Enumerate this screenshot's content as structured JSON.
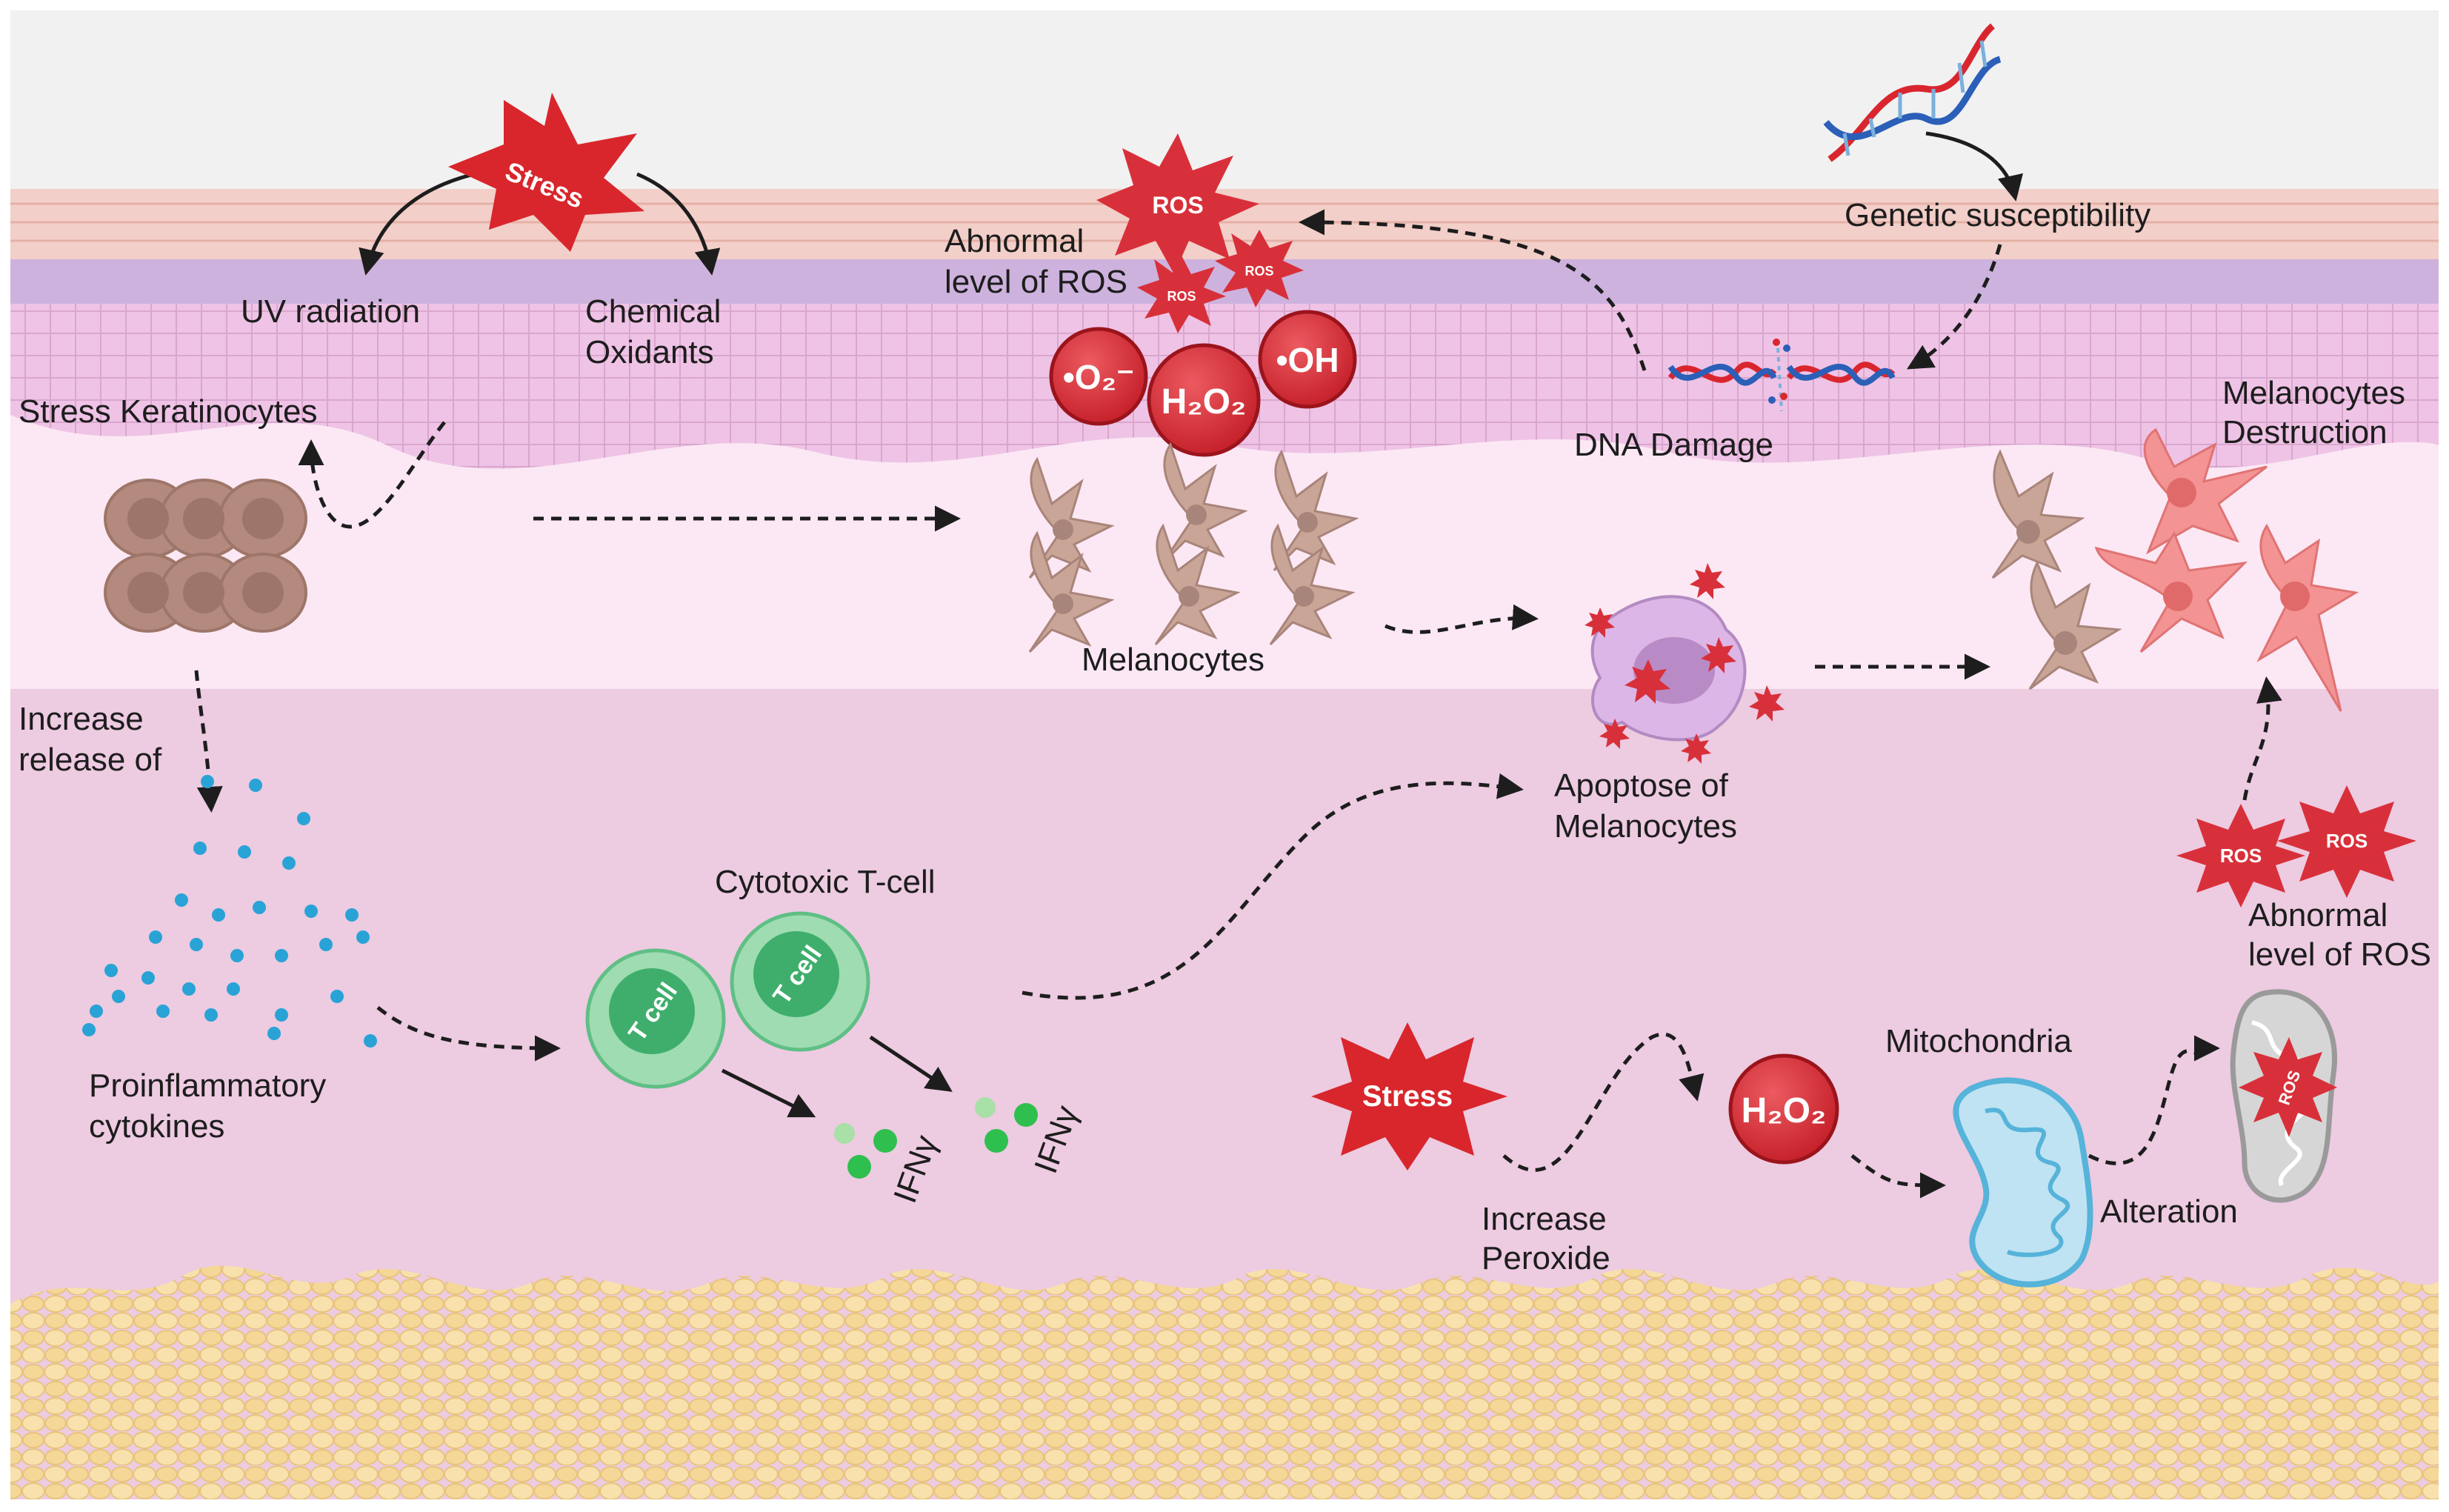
{
  "labels": {
    "stress_top": "Stress",
    "uv_radiation": "UV radiation",
    "chemical_line1": "Chemical",
    "chemical_line2": "Oxidants",
    "stress_keratinocytes": "Stress Keratinocytes",
    "abnormal_ros_top_line1": "Abnormal",
    "abnormal_ros_top_line2": "level of ROS",
    "ros": "ROS",
    "superoxide": "•O₂⁻",
    "hydrogen_peroxide": "H₂O₂",
    "hydroxyl": "•OH",
    "genetic_susceptibility": "Genetic susceptibility",
    "dna_damage": "DNA Damage",
    "melanocytes_destruction_line1": "Melanocytes",
    "melanocytes_destruction_line2": "Destruction",
    "melanocytes": "Melanocytes",
    "increase_release_line1": "Increase",
    "increase_release_line2": "release of",
    "apoptose_line1": "Apoptose of",
    "apoptose_line2": "Melanocytes",
    "cytotoxic_tcell": "Cytotoxic T-cell",
    "tcell": "T cell",
    "ifny": "IFNγ",
    "proinflammatory_line1": "Proinflammatory",
    "proinflammatory_line2": "cytokines",
    "stress_bottom": "Stress",
    "h2o2_bottom": "H₂O₂",
    "increase_peroxide_line1": "Increase",
    "increase_peroxide_line2": "Peroxide",
    "mitochondria": "Mitochondria",
    "alteration": "Alteration",
    "abnormal_ros_right_line1": "Abnormal",
    "abnormal_ros_right_line2": "level of ROS"
  },
  "colors": {
    "background_top": "#f1f1f1",
    "epidermis": "#efc3e6",
    "stratum_band": "#cdb2de",
    "dermis_upper": "#fbe8f4",
    "dermis_lower": "#edcbe1",
    "fat": "#f6dba0",
    "stress_red": "#d8262c",
    "ros_red": "#d8303a",
    "tcell_green": "#8fd6a3",
    "cytokine_blue": "#29a3d6",
    "melanocyte_brown": "#c9a597",
    "destroyed_pink": "#f39393",
    "mitochondria_blue": "#56b3d9"
  },
  "icons": [
    "stress-burst",
    "ros-burst",
    "dna-helix",
    "damaged-dna",
    "keratinocyte-cluster",
    "melanocyte-cell",
    "apoptotic-cell",
    "t-cell",
    "cytokine-dot",
    "ifn-dot",
    "mitochondrion",
    "damaged-mitochondrion"
  ]
}
